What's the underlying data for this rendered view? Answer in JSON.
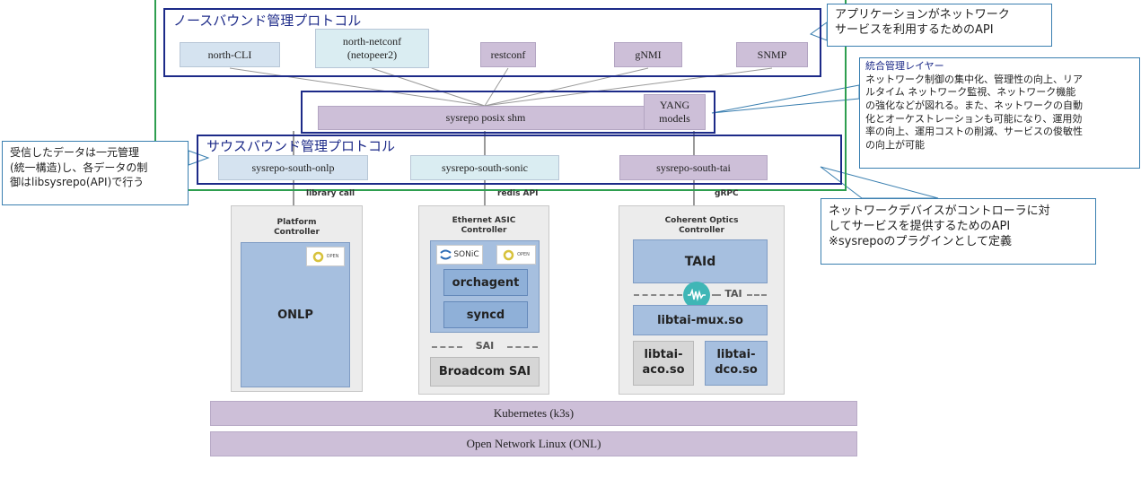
{
  "north": {
    "title": "ノースバウンド管理プロトコル",
    "protocols": [
      {
        "label": "north-CLI",
        "color": "blue"
      },
      {
        "label": "north-netconf\n(netopeer2)",
        "color": "cyan"
      },
      {
        "label": "restconf",
        "color": "purple"
      },
      {
        "label": "gNMI",
        "color": "purple"
      },
      {
        "label": "SNMP",
        "color": "purple"
      }
    ]
  },
  "core": {
    "shm_label": "sysrepo posix shm",
    "yang_label": "YANG\nmodels"
  },
  "south": {
    "title": "サウスバウンド管理プロトコル",
    "protocols": [
      {
        "label": "sysrepo-south-onlp",
        "color": "blue"
      },
      {
        "label": "sysrepo-south-sonic",
        "color": "cyan"
      },
      {
        "label": "sysrepo-south-tai",
        "color": "purple"
      }
    ]
  },
  "interfaces": [
    "library call",
    "redis API",
    "gRPC"
  ],
  "controllers": {
    "platform": {
      "title": "Platform\nController",
      "logo": "OPEN",
      "main": "ONLP"
    },
    "ethernet": {
      "title": "Ethernet ASIC\nController",
      "sonic_logo": "SONiC",
      "logo": "OPEN",
      "orchagent": "orchagent",
      "syncd": "syncd",
      "sai": "SAI",
      "broadcom": "Broadcom SAI"
    },
    "optics": {
      "title": "Coherent Optics\nController",
      "taid": "TAId",
      "tai": "TAI",
      "mux": "libtai-mux.so",
      "aco": "libtai-\naco.so",
      "dco": "libtai-\ndco.so"
    }
  },
  "layers": {
    "k8s": "Kubernetes (k3s)",
    "onl": "Open Network Linux (ONL)"
  },
  "callouts": {
    "api": "アプリケーションがネットワーク\nサービスを利用するためのAPI",
    "integrated_title": "統合管理レイヤー",
    "integrated_body": "ネットワーク制御の集中化、管理性の向上、リア\nルタイム ネットワーク監視、ネットワーク機能\nの強化などが図れる。また、ネットワークの自動\n化とオーケストレーションも可能になり、運用効\n率の向上、運用コストの削減、サービスの俊敏性\nの向上が可能",
    "received": "受信したデータは一元管理\n(統一構造)し、各データの制\n御はlibsysrepo(API)で行う",
    "south_api": "ネットワークデバイスがコントローラに対\nしてサービスを提供するためのAPI\n※sysrepoのプラグインとして定義"
  },
  "colors": {
    "navy": "#1c2a88",
    "green": "#2e9e4f",
    "callout_border": "#3a7fb0",
    "purple": "#cdbfd8",
    "light_blue": "#d5e3f0",
    "component_blue": "#a6bfdf"
  }
}
